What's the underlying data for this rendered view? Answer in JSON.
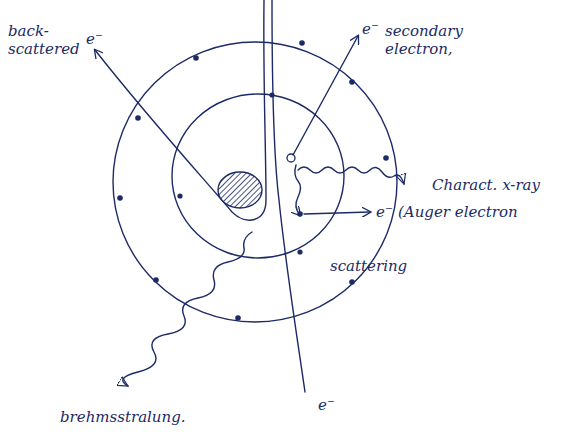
{
  "diagram": {
    "labels": [
      "back- scattered",
      "e⁻",
      "e⁻",
      "secondary electron,",
      "Charact. x-ray",
      "e⁻",
      "(Auger electron",
      "scattering",
      "brehmsstralung.",
      "e⁻"
    ]
  }
}
